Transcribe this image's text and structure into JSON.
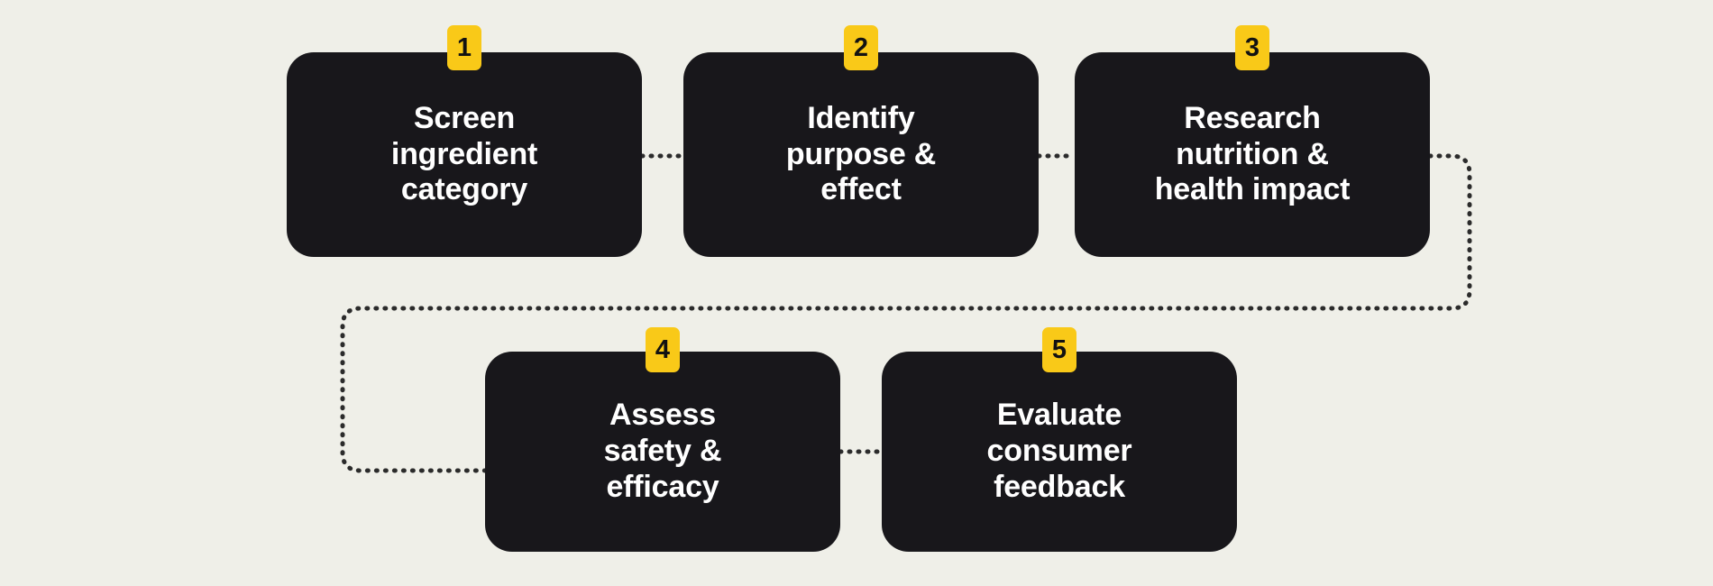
{
  "diagram": {
    "type": "flowchart",
    "orientation": "serpentine-two-rows",
    "background_color": "#efefe8",
    "card_color": "#18171b",
    "card_text_color": "#ffffff",
    "badge_color": "#f9c918",
    "badge_text_color": "#121212",
    "connector_color": "#2b2b2b",
    "connector_style": "dotted",
    "steps": [
      {
        "number": "1",
        "label": "Screen\ningredient\ncategory",
        "lines": [
          "Screen",
          "ingredient",
          "category"
        ]
      },
      {
        "number": "2",
        "label": "Identify\npurpose &\neffect",
        "lines": [
          "Identify",
          "purpose &",
          "effect"
        ]
      },
      {
        "number": "3",
        "label": "Research\nnutrition &\nhealth impact",
        "lines": [
          "Research",
          "nutrition &",
          "health impact"
        ]
      },
      {
        "number": "4",
        "label": "Assess\nsafety &\nefficacy",
        "lines": [
          "Assess",
          "safety &",
          "efficacy"
        ]
      },
      {
        "number": "5",
        "label": "Evaluate\nconsumer\nfeedback",
        "lines": [
          "Evaluate",
          "consumer",
          "feedback"
        ]
      }
    ],
    "connectors": [
      {
        "from": "1",
        "to": "2",
        "shape": "horizontal"
      },
      {
        "from": "2",
        "to": "3",
        "shape": "horizontal"
      },
      {
        "from": "3",
        "to": "4",
        "shape": "elbow-down-left"
      },
      {
        "from": "4",
        "to": "5",
        "shape": "horizontal"
      }
    ]
  }
}
